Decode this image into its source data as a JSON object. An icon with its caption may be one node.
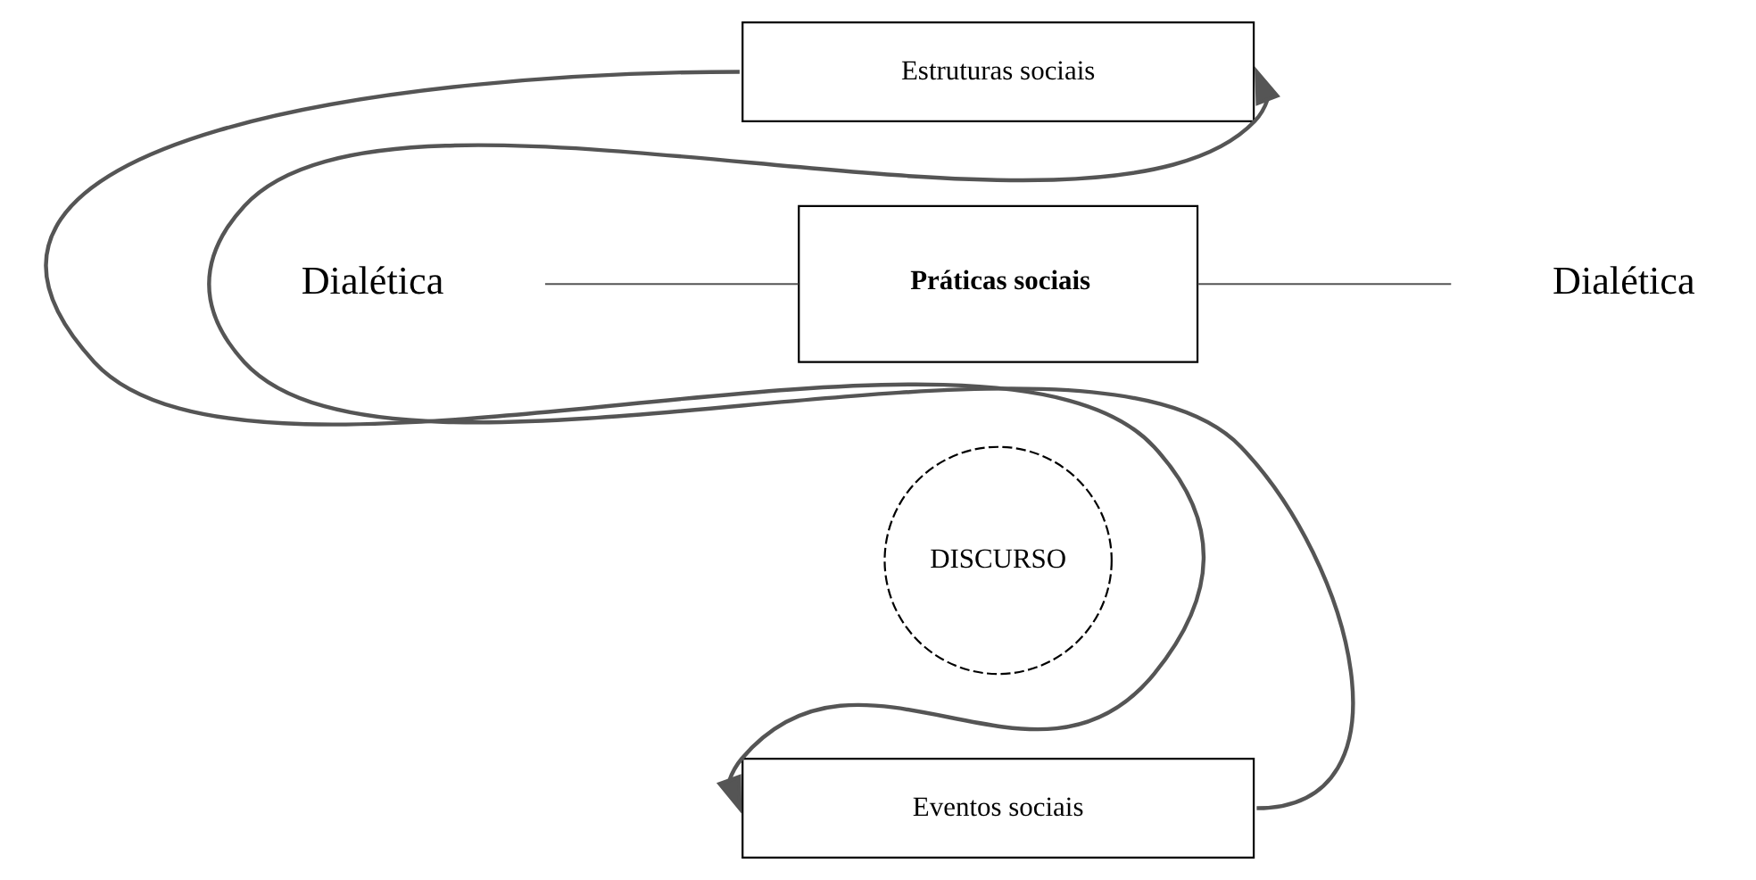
{
  "diagram": {
    "nodes": [
      {
        "text": [
          "Estruturas sociais"
        ]
      },
      {
        "text": [
          "Práticas sociais"
        ]
      },
      {
        "text": [
          "Eventos sociais"
        ]
      },
      {
        "text": [
          "DISCURSO"
        ]
      }
    ],
    "edges": [
      {
        "from": 0,
        "to": 2,
        "arrow": "to"
      },
      {
        "from": 2,
        "to": 0,
        "arrow": "to"
      },
      {
        "from": 1,
        "to": null,
        "arrow": "none"
      },
      {
        "from": 1,
        "to": null,
        "arrow": "none"
      }
    ],
    "labels": [
      "Dialética",
      "Dialética"
    ]
  }
}
